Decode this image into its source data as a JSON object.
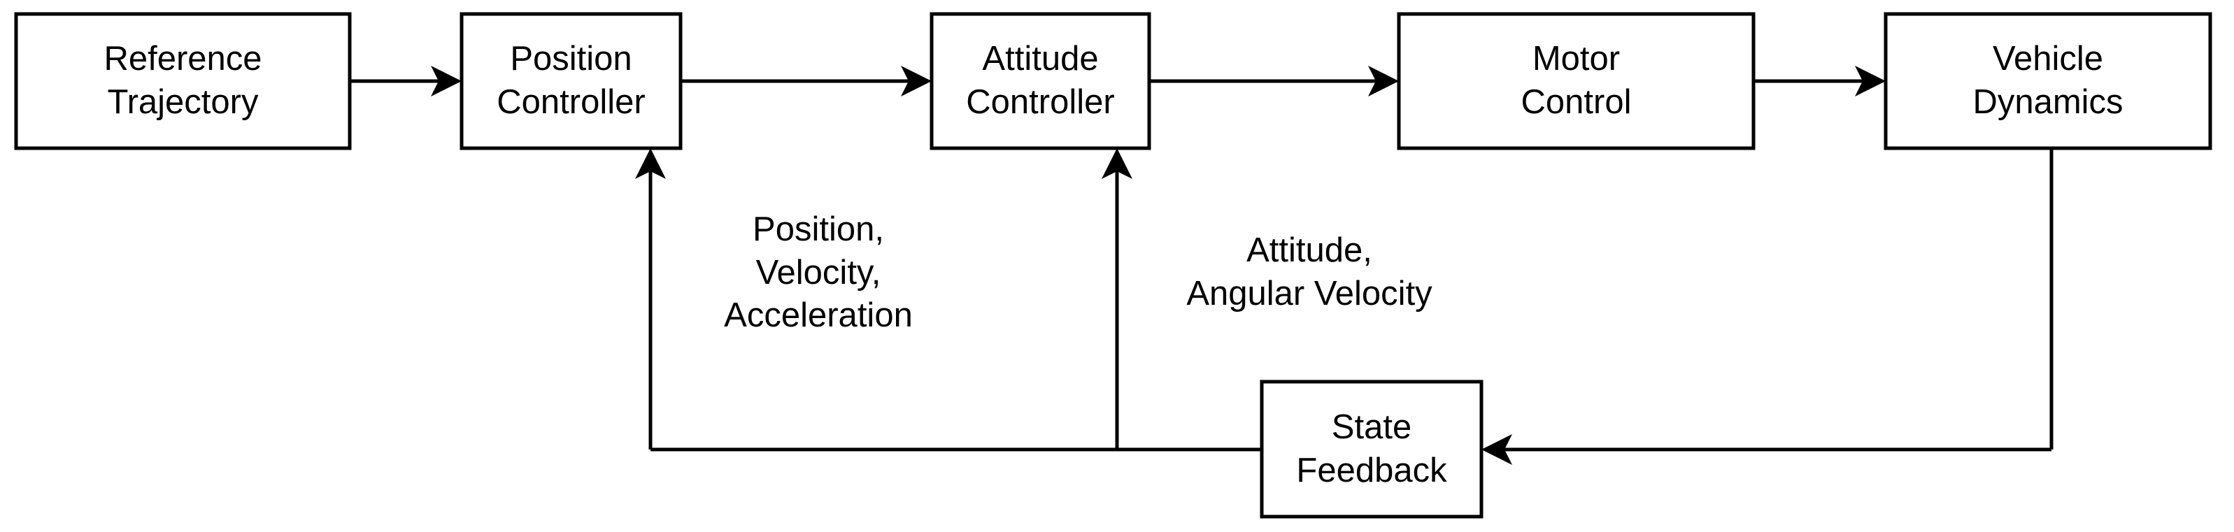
{
  "diagram": {
    "title": "Quadrotor Cascaded Control Architecture Block Diagram",
    "type": "block-diagram",
    "background_color": "#ffffff",
    "line_color": "#000000",
    "text_color": "#000000",
    "blocks": [
      {
        "id": "reference-trajectory",
        "label": "Reference\nTrajectory"
      },
      {
        "id": "position-controller",
        "label": "Position\nController"
      },
      {
        "id": "attitude-controller",
        "label": "Attitude\nController"
      },
      {
        "id": "motor-control",
        "label": "Motor\nControl"
      },
      {
        "id": "vehicle-dynamics",
        "label": "Vehicle\nDynamics"
      },
      {
        "id": "state-feedback",
        "label": "State\nFeedback"
      }
    ],
    "edge_labels": [
      {
        "id": "position-feedback-label",
        "label": "Position,\nVelocity,\nAcceleration"
      },
      {
        "id": "attitude-feedback-label",
        "label": "Attitude,\nAngular Velocity"
      }
    ],
    "connections": [
      {
        "from": "reference-trajectory",
        "to": "position-controller",
        "kind": "forward-arrow"
      },
      {
        "from": "position-controller",
        "to": "attitude-controller",
        "kind": "forward-arrow"
      },
      {
        "from": "attitude-controller",
        "to": "motor-control",
        "kind": "forward-arrow"
      },
      {
        "from": "motor-control",
        "to": "vehicle-dynamics",
        "kind": "forward-arrow"
      },
      {
        "from": "vehicle-dynamics",
        "to": "state-feedback",
        "kind": "feedback-arrow"
      },
      {
        "from": "state-feedback",
        "to": "attitude-controller",
        "kind": "feedback-arrow"
      },
      {
        "from": "state-feedback",
        "to": "position-controller",
        "kind": "feedback-arrow"
      }
    ]
  }
}
